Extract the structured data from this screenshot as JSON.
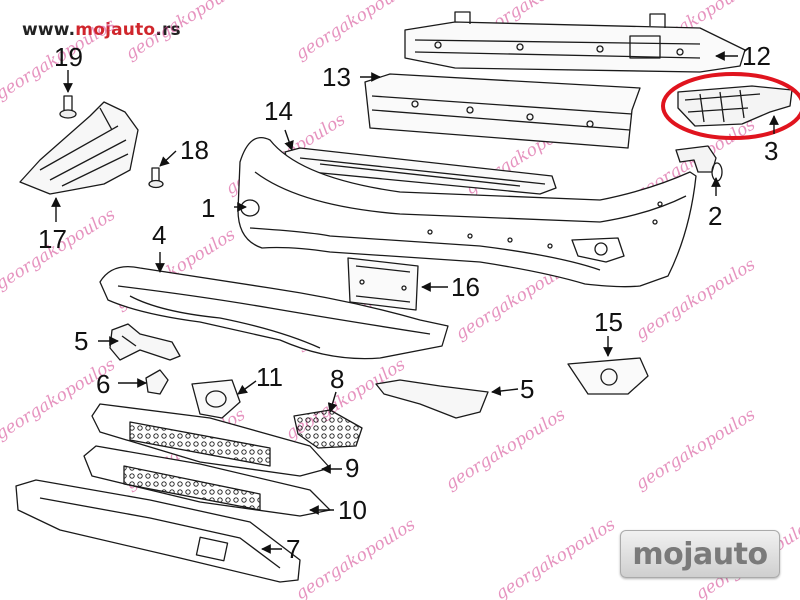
{
  "header": {
    "site_prefix": "www.",
    "site_brand": "mojauto",
    "site_suffix": ".rs"
  },
  "watermark": {
    "text": "georgakopoulos",
    "color": "#d23c8c"
  },
  "callouts": {
    "c1": "1",
    "c2": "2",
    "c3": "3",
    "c4": "4",
    "c5a": "5",
    "c5b": "5",
    "c6": "6",
    "c7": "7",
    "c8": "8",
    "c9": "9",
    "c10": "10",
    "c11": "11",
    "c12": "12",
    "c13": "13",
    "c14": "14",
    "c15": "15",
    "c16": "16",
    "c17": "17",
    "c18": "18",
    "c19": "19"
  },
  "highlight": {
    "part": "3",
    "color": "#e0141e"
  },
  "logo": {
    "text": "mojauto"
  },
  "colors": {
    "line": "#1a1a1a",
    "accent": "#d0262c"
  }
}
